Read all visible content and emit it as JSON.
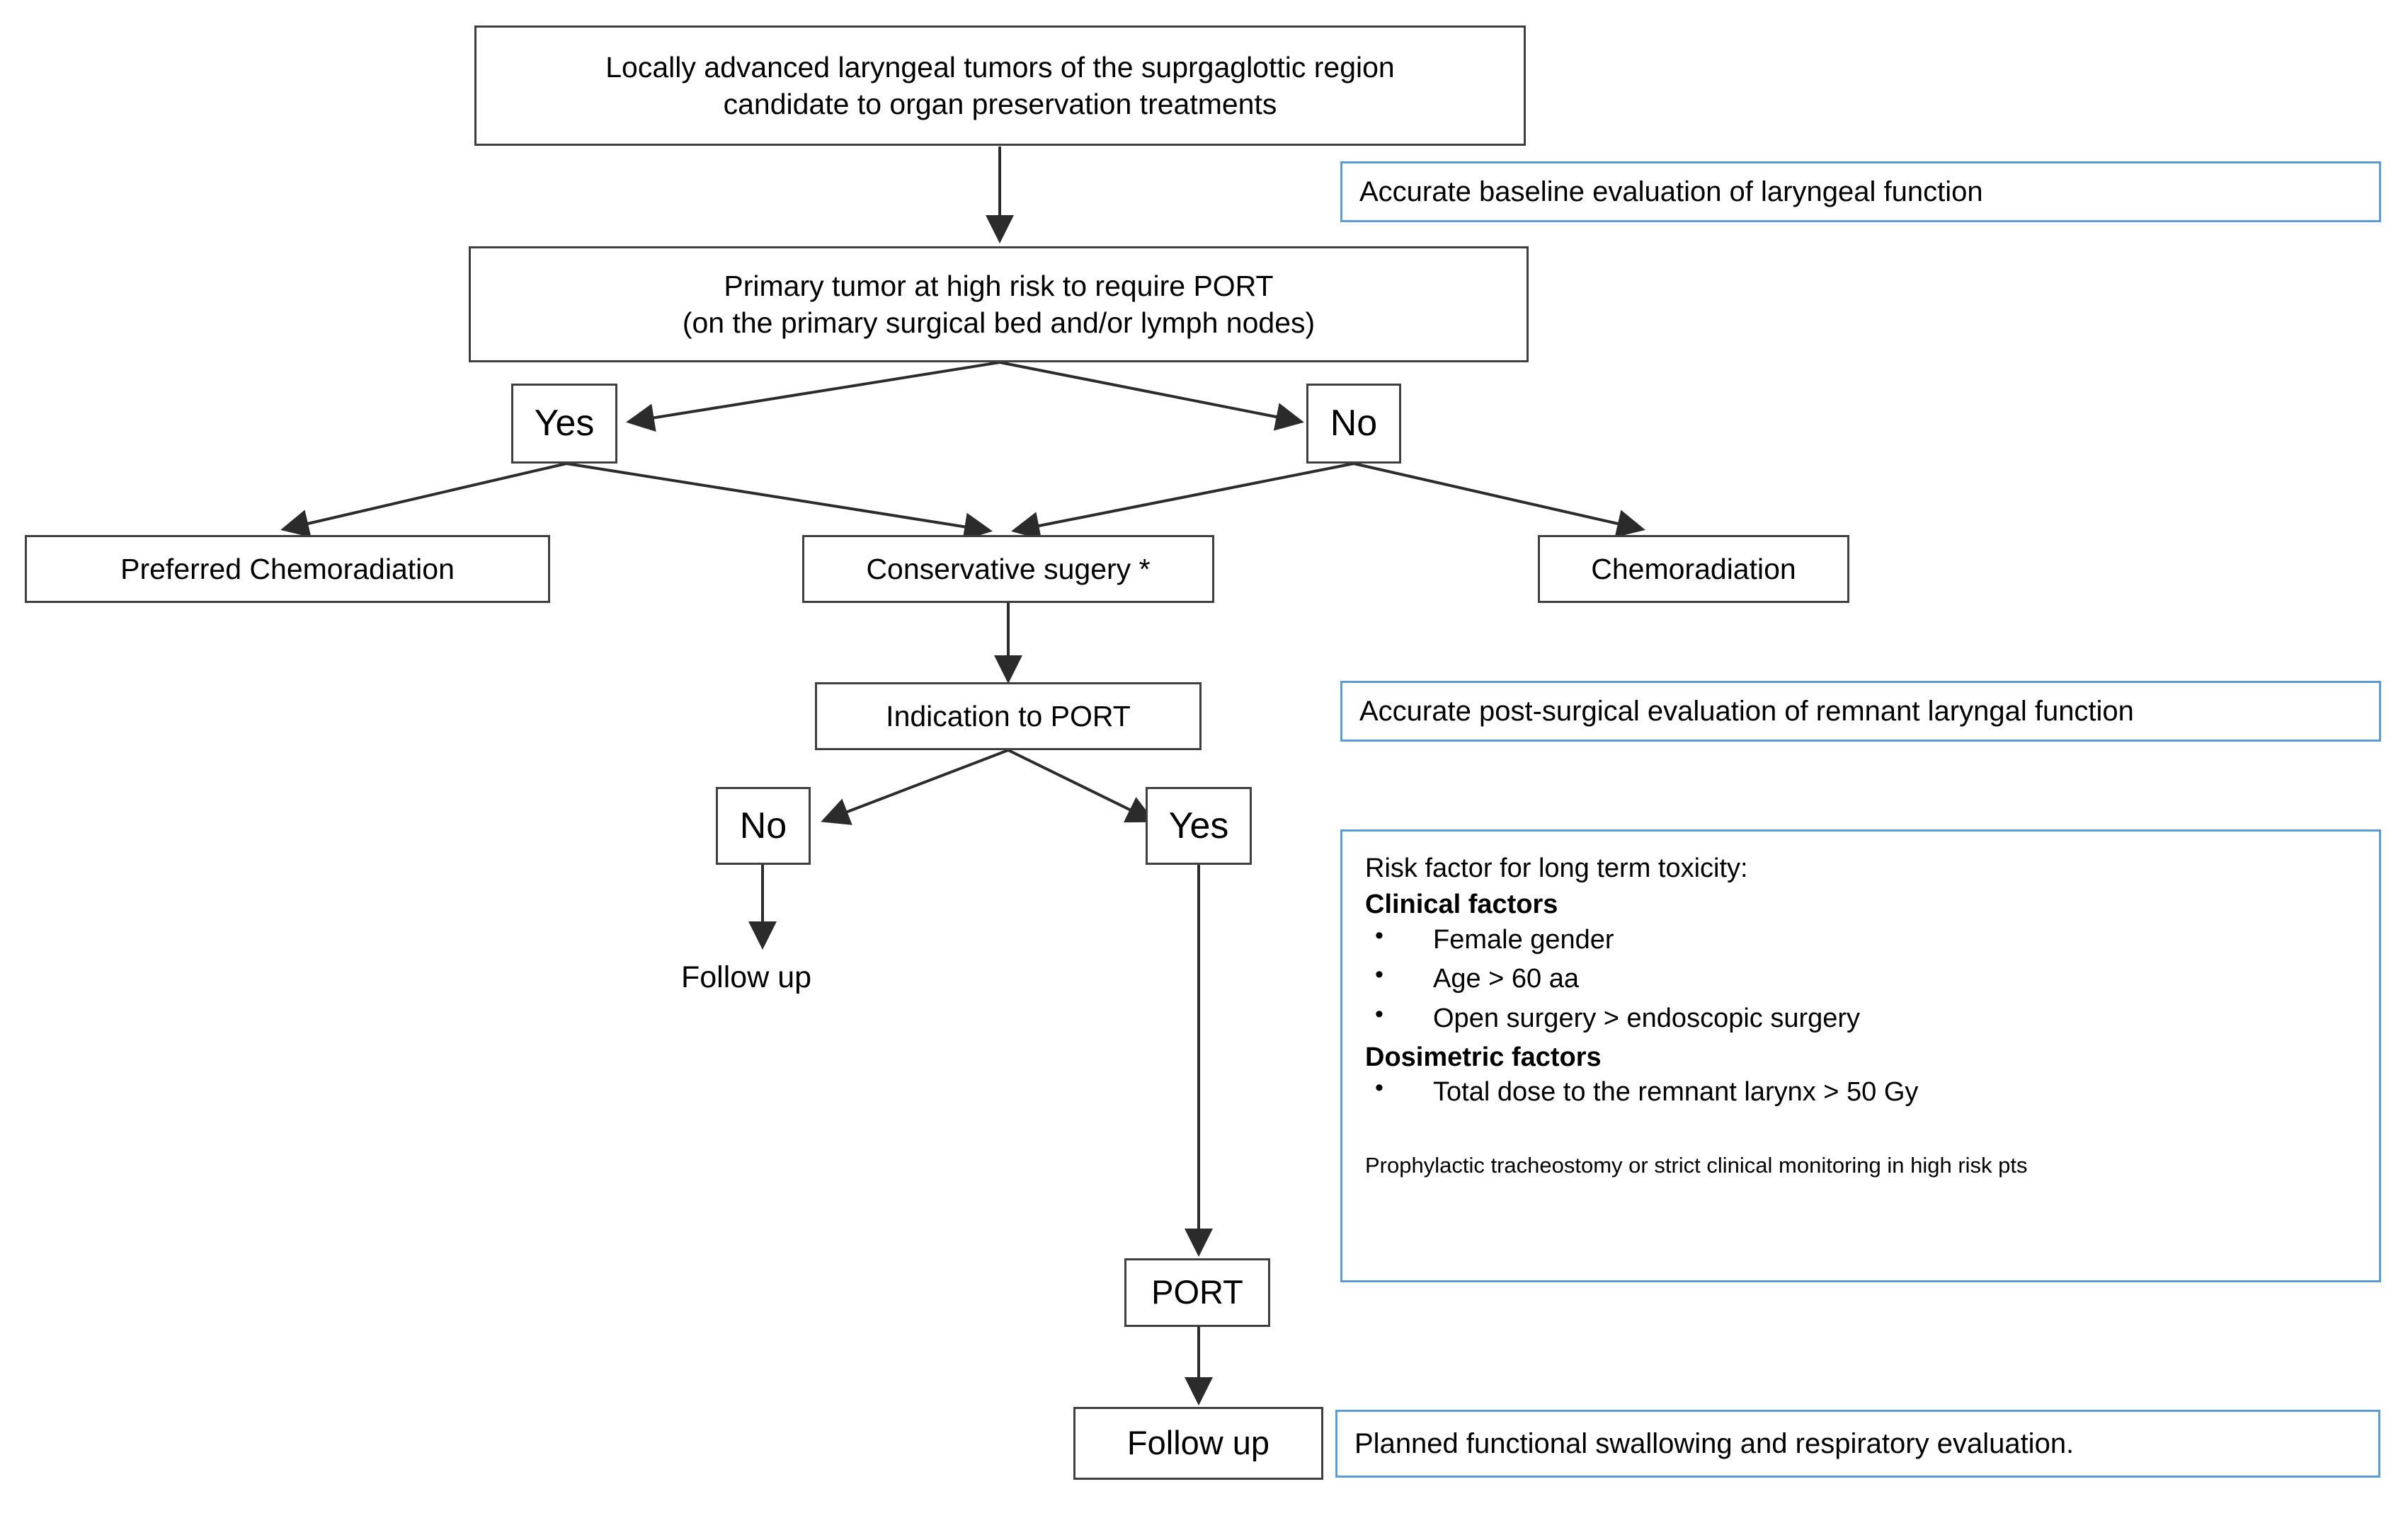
{
  "diagram": {
    "title": "Laryngeal tumor organ preservation treatment flowchart",
    "accent_blue": "#5B9BD5",
    "node_border": "#3f3f3f",
    "arrow_color": "#2b2b2b"
  },
  "nodes": {
    "top_box_line1": "Locally advanced laryngeal tumors of the suprgaglottic region",
    "top_box_line2": "candidate to organ preservation treatments",
    "port_risk_line1": "Primary tumor at high risk to require  PORT",
    "port_risk_line2": "(on the primary surgical bed and/or lymph nodes)",
    "decision1_yes": "Yes",
    "decision1_no": "No",
    "preferred_chemoradiation": "Preferred Chemoradiation",
    "conservative_surgery": "Conservative sugery *",
    "chemoradiation": "Chemoradiation",
    "indication_to_port": "Indication to PORT",
    "decision2_no": "No",
    "decision2_yes": "Yes",
    "follow_up_plain": "Follow up",
    "port": "PORT",
    "follow_up_final": "Follow up"
  },
  "callouts": {
    "baseline_eval": "Accurate baseline evaluation of laryngeal function",
    "post_surgical_eval": "Accurate post-surgical evaluation of remnant laryngal function",
    "planned_eval": "Planned functional swallowing and respiratory  evaluation."
  },
  "risk_panel": {
    "title": "Risk factor for long term toxicity:",
    "clinical_heading": "Clinical  factors",
    "clinical_items": [
      "Female gender",
      "Age > 60 aa",
      "Open surgery > endoscopic surgery"
    ],
    "dosimetric_heading": "Dosimetric factors",
    "dosimetric_items": [
      "Total dose to the remnant larynx > 50 Gy"
    ],
    "note": "Prophylactic tracheostomy or strict clinical monitoring in high risk pts"
  }
}
